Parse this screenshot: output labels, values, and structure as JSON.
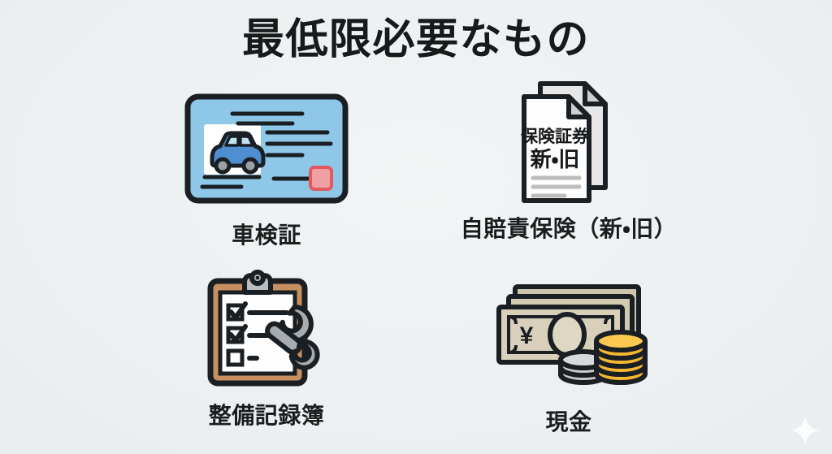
{
  "slide": {
    "title": "最低限必要なもの",
    "background_color": "#eef1f2",
    "watermark_icon": "sparkle-icon"
  },
  "items": [
    {
      "id": "vehicle-inspection-certificate",
      "label": "車検証",
      "icon": "id-card-icon",
      "icon_colors": {
        "card": "#8ec7e8",
        "outline": "#1a1f24",
        "photo": "#ffffff",
        "car_body": "#4f8fd0",
        "car_window": "#bfe3f5",
        "wheel": "#9aa0a6",
        "stamp": "#e8757a"
      }
    },
    {
      "id": "compulsory-insurance",
      "label": "自賠責保険（新・旧）",
      "icon": "documents-icon",
      "icon_text_line1": "保険証券",
      "icon_text_line2": "新・旧",
      "icon_colors": {
        "page_front": "#fdfdfd",
        "page_back": "#e7e7e7",
        "outline": "#1a1f24",
        "rule_line": "#bdbdbd"
      }
    },
    {
      "id": "maintenance-record-book",
      "label": "整備記録簿",
      "icon": "clipboard-wrench-icon",
      "icon_colors": {
        "board": "#c89060",
        "paper": "#fefefe",
        "clip": "#b9bec2",
        "wrench": "#a7acb0",
        "outline": "#1a1f24"
      }
    },
    {
      "id": "cash",
      "label": "現金",
      "icon": "cash-coins-icon",
      "icon_currency_symbol": "¥",
      "icon_colors": {
        "note": "#d8d0ba",
        "note_back": "#cdc5ad",
        "gold_coin": "#f5b731",
        "silver_coin": "#c8ccce",
        "outline": "#1a1f24"
      }
    }
  ]
}
